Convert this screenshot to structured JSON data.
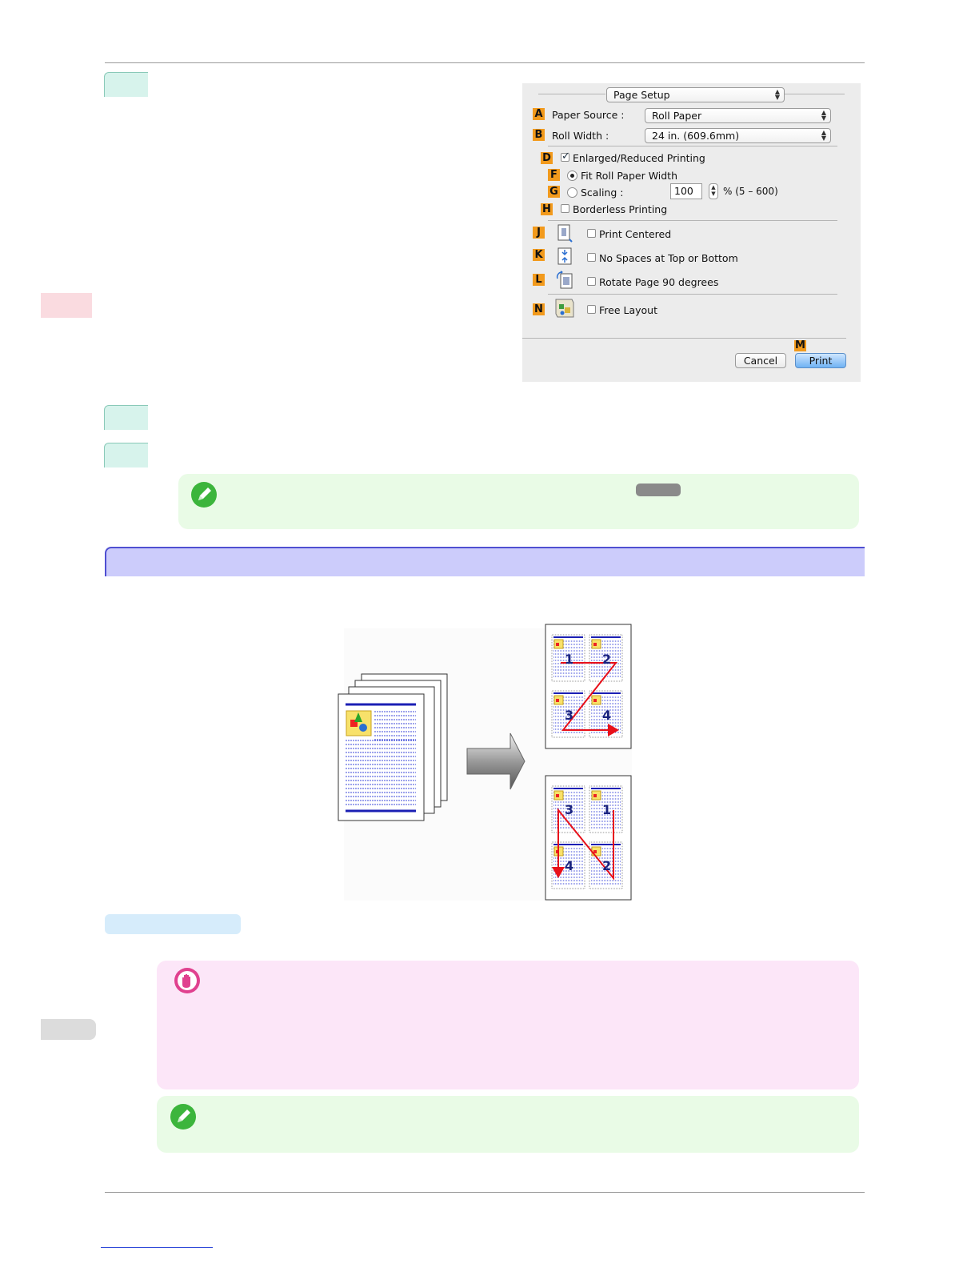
{
  "dialog": {
    "page_setup_popup": "Page Setup",
    "rows": {
      "paper_source": {
        "badge": "A",
        "label": "Paper Source :",
        "value": "Roll Paper"
      },
      "roll_width": {
        "badge": "B",
        "label": "Roll Width :",
        "value": "24 in. (609.6mm)"
      },
      "enlarged": {
        "badge": "D",
        "label": "Enlarged/Reduced Printing",
        "checked": true
      },
      "fit_roll": {
        "badge": "F",
        "label": "Fit Roll Paper Width",
        "selected": true
      },
      "scaling": {
        "badge": "G",
        "label": "Scaling :",
        "value": "100",
        "range": "% (5 – 600)"
      },
      "borderless": {
        "badge": "H",
        "label": "Borderless Printing",
        "checked": false
      },
      "print_centered": {
        "badge": "J",
        "label": "Print Centered",
        "checked": false
      },
      "no_spaces": {
        "badge": "K",
        "label": "No Spaces at Top or Bottom",
        "checked": false
      },
      "rotate": {
        "badge": "L",
        "label": "Rotate Page 90 degrees",
        "checked": false
      },
      "free_layout": {
        "badge": "N",
        "label": "Free Layout",
        "checked": false
      }
    },
    "print_badge": "M",
    "cancel_label": "Cancel",
    "print_label": "Print"
  },
  "illustration": {
    "layout_top": [
      "1",
      "2",
      "3",
      "4"
    ],
    "layout_bottom": [
      "3",
      "1",
      "4",
      "2"
    ],
    "colors": {
      "arrow_red": "#e8101a",
      "line_blue": "#1b1fb4",
      "dot_blue": "#3d49d8"
    }
  },
  "colors": {
    "step_tab": "#d7f3ec",
    "section_header": "#ccccfb",
    "section_border": "#4f4fd1",
    "note_green": "#e9fbe6",
    "note_pink": "#fce6f8",
    "badge_orange": "#f29a1c"
  }
}
